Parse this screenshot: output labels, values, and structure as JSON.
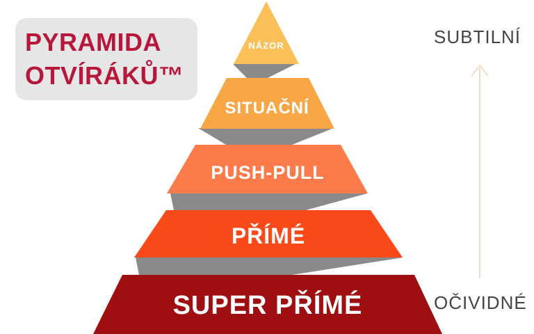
{
  "title": {
    "line1": "PYRAMIDA",
    "line2": "OTVÍRÁKŮ™",
    "color": "#b6173a"
  },
  "levels": [
    {
      "label": "NÁZOR",
      "color": "#fcc05a"
    },
    {
      "label": "SITUAČNÍ",
      "color": "#f7a745"
    },
    {
      "label": "PUSH-PULL",
      "color": "#fb7b4a"
    },
    {
      "label": "PŘÍMÉ",
      "color": "#fb4a1a"
    },
    {
      "label": "SUPER PŘÍMÉ",
      "color": "#9f0e10"
    }
  ],
  "connector_color": "#8a8a8a",
  "scale": {
    "top_label": "SUBTILNÍ",
    "bottom_label": "OČIVIDNÉ",
    "arrow_color": "#f2dcc6"
  }
}
